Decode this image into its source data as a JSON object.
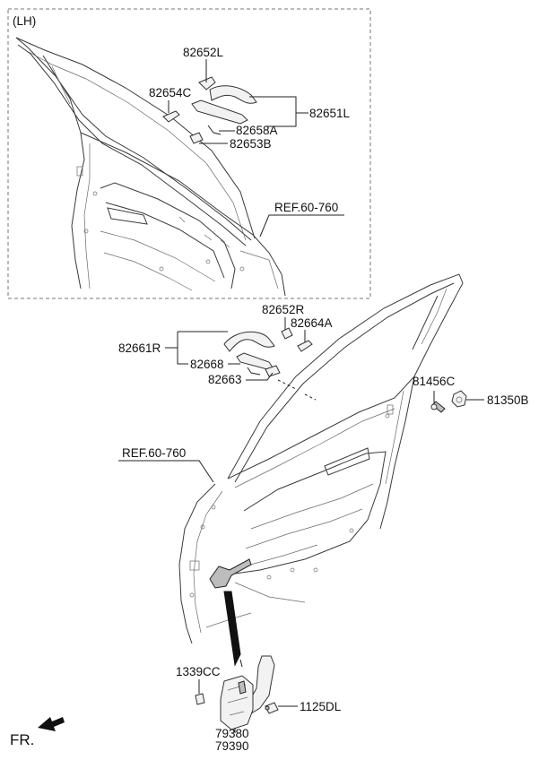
{
  "box_label": "(LH)",
  "labels": {
    "p82652L": "82652L",
    "p82654C": "82654C",
    "p82651L": "82651L",
    "p82658A": "82658A",
    "p82653B": "82653B",
    "ref_upper": "REF.60-760",
    "p82652R": "82652R",
    "p82664A": "82664A",
    "p82661R": "82661R",
    "p82668": "82668",
    "p82663": "82663",
    "p81456C": "81456C",
    "p81350B": "81350B",
    "ref_lower": "REF.60-760",
    "p1339CC": "1339CC",
    "p1125DL": "1125DL",
    "p79380": "79380",
    "p79390": "79390",
    "front": "FR."
  }
}
